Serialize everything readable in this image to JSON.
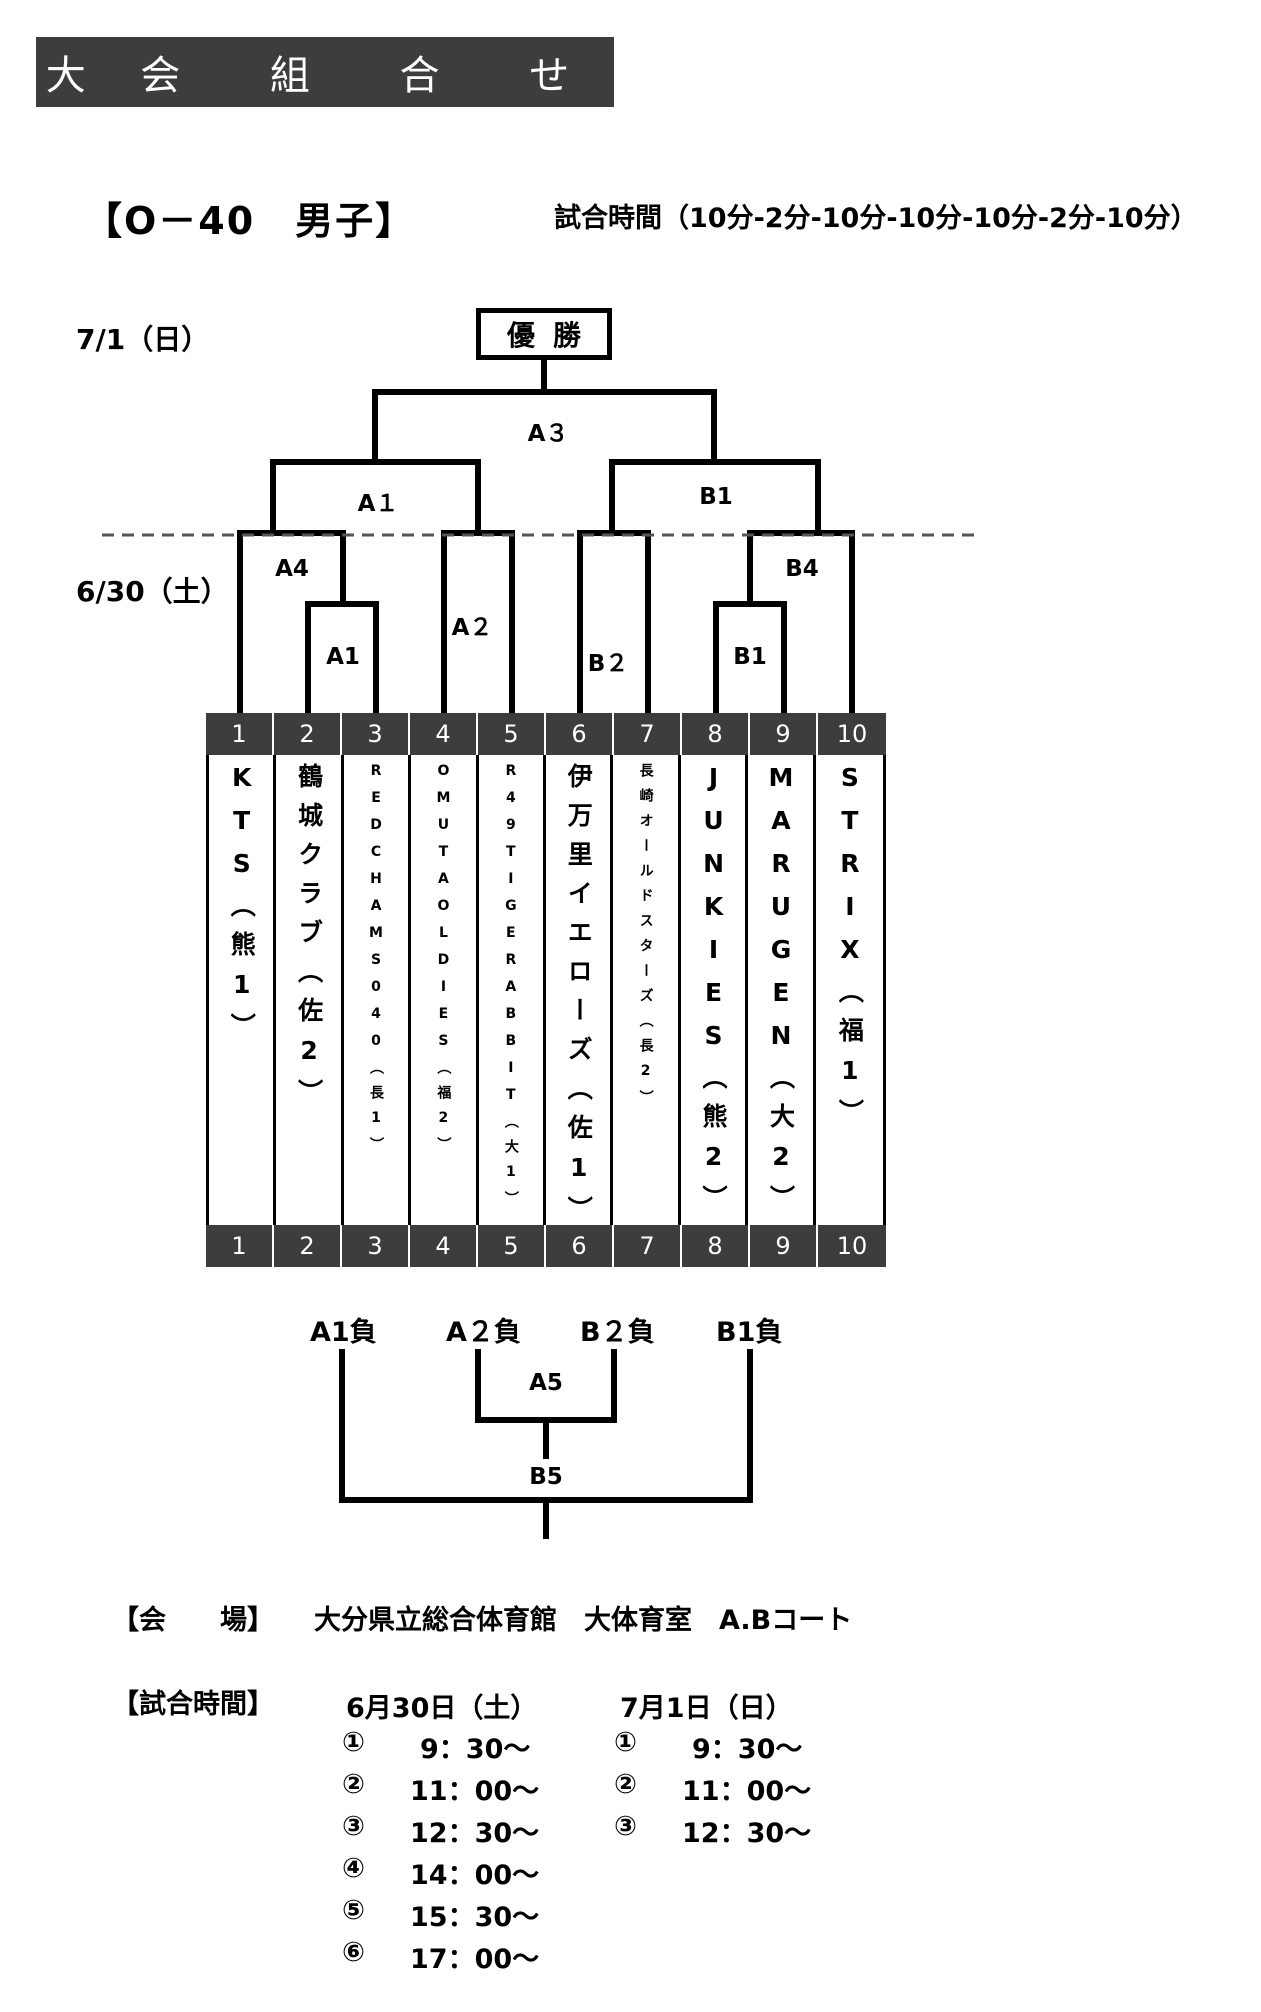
{
  "banner": [
    "大",
    "会",
    "組",
    "合",
    "せ"
  ],
  "title": "【O－40　男子】",
  "match_time": "試合時間（10分-2分-10分-10分-10分-2分-10分）",
  "date_day2": "7/1（日）",
  "date_day1": "6/30（土）",
  "final_label": "優勝",
  "matches": {
    "a3": "A３",
    "a1_top": "A１",
    "b1_top": "B1",
    "a4": "A4",
    "a1_low": "A1",
    "a2": "A２",
    "b2": "B２",
    "b1_low": "B1",
    "b4": "B4"
  },
  "numbers": [
    "1",
    "2",
    "3",
    "4",
    "5",
    "6",
    "7",
    "8",
    "9",
    "10"
  ],
  "teams": [
    {
      "name": "KTS（熊1）",
      "size": "big"
    },
    {
      "name": "鶴城クラブ（佐2）",
      "size": "big"
    },
    {
      "name": "REDCHAMS040（長1）",
      "size": "small"
    },
    {
      "name": "OMUTAOLDIES（福2）",
      "size": "small"
    },
    {
      "name": "R49TIGERABBIT（大1）",
      "size": "small"
    },
    {
      "name": "伊万里イエローズ（佐1）",
      "size": "big"
    },
    {
      "name": "長崎オールドスターズ（長2）",
      "size": "small"
    },
    {
      "name": "JUNKIES（熊2）",
      "size": "big"
    },
    {
      "name": "MARUGEN（大2）",
      "size": "big"
    },
    {
      "name": "STRIX（福1）",
      "size": "big"
    }
  ],
  "consolation": {
    "a1_loser": "A1負",
    "a2_loser": "A２負",
    "b2_loser": "B２負",
    "b1_loser": "B1負",
    "a5": "A5",
    "b5": "B5"
  },
  "venue": {
    "label": "【会　　場】",
    "value": "大分県立総合体育館　大体育室　A.Bコート"
  },
  "schedule": {
    "label": "【試合時間】",
    "day1": {
      "header": "6月30日（土）",
      "rows": [
        {
          "no": "①",
          "time": "9：30～"
        },
        {
          "no": "②",
          "time": "11：00～"
        },
        {
          "no": "③",
          "time": "12：30～"
        },
        {
          "no": "④",
          "time": "14：00～"
        },
        {
          "no": "⑤",
          "time": "15：30～"
        },
        {
          "no": "⑥",
          "time": "17：00～"
        }
      ]
    },
    "day2": {
      "header": "7月1日（日）",
      "rows": [
        {
          "no": "①",
          "time": "9：30～"
        },
        {
          "no": "②",
          "time": "11：00～"
        },
        {
          "no": "③",
          "time": "12：30～"
        }
      ]
    }
  }
}
